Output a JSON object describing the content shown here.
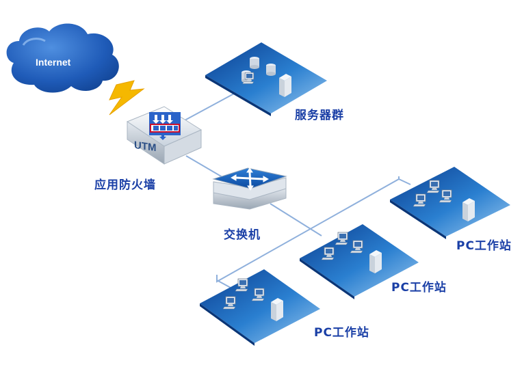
{
  "nodes": {
    "internet": {
      "label": "Internet"
    },
    "utm": {
      "label": "应用防火墙",
      "device_text": "UTM"
    },
    "servers": {
      "label": "服务器群"
    },
    "switch": {
      "label": "交换机"
    },
    "pc_right": {
      "label": "PC工作站"
    },
    "pc_middle": {
      "label": "PC工作站"
    },
    "pc_bottom": {
      "label": "PC工作站"
    }
  },
  "colors": {
    "cloud": "#1f5bb8",
    "lightning": "#f5b800",
    "link": "#8fb0dc",
    "label": "#1a3fa6",
    "tile_dark": "#0d4a9a",
    "tile_light": "#7fb4e6"
  },
  "icons": [
    "cloud-icon",
    "lightning-icon",
    "firewall-icon",
    "switch-icon",
    "server-icon",
    "pc-icon"
  ]
}
